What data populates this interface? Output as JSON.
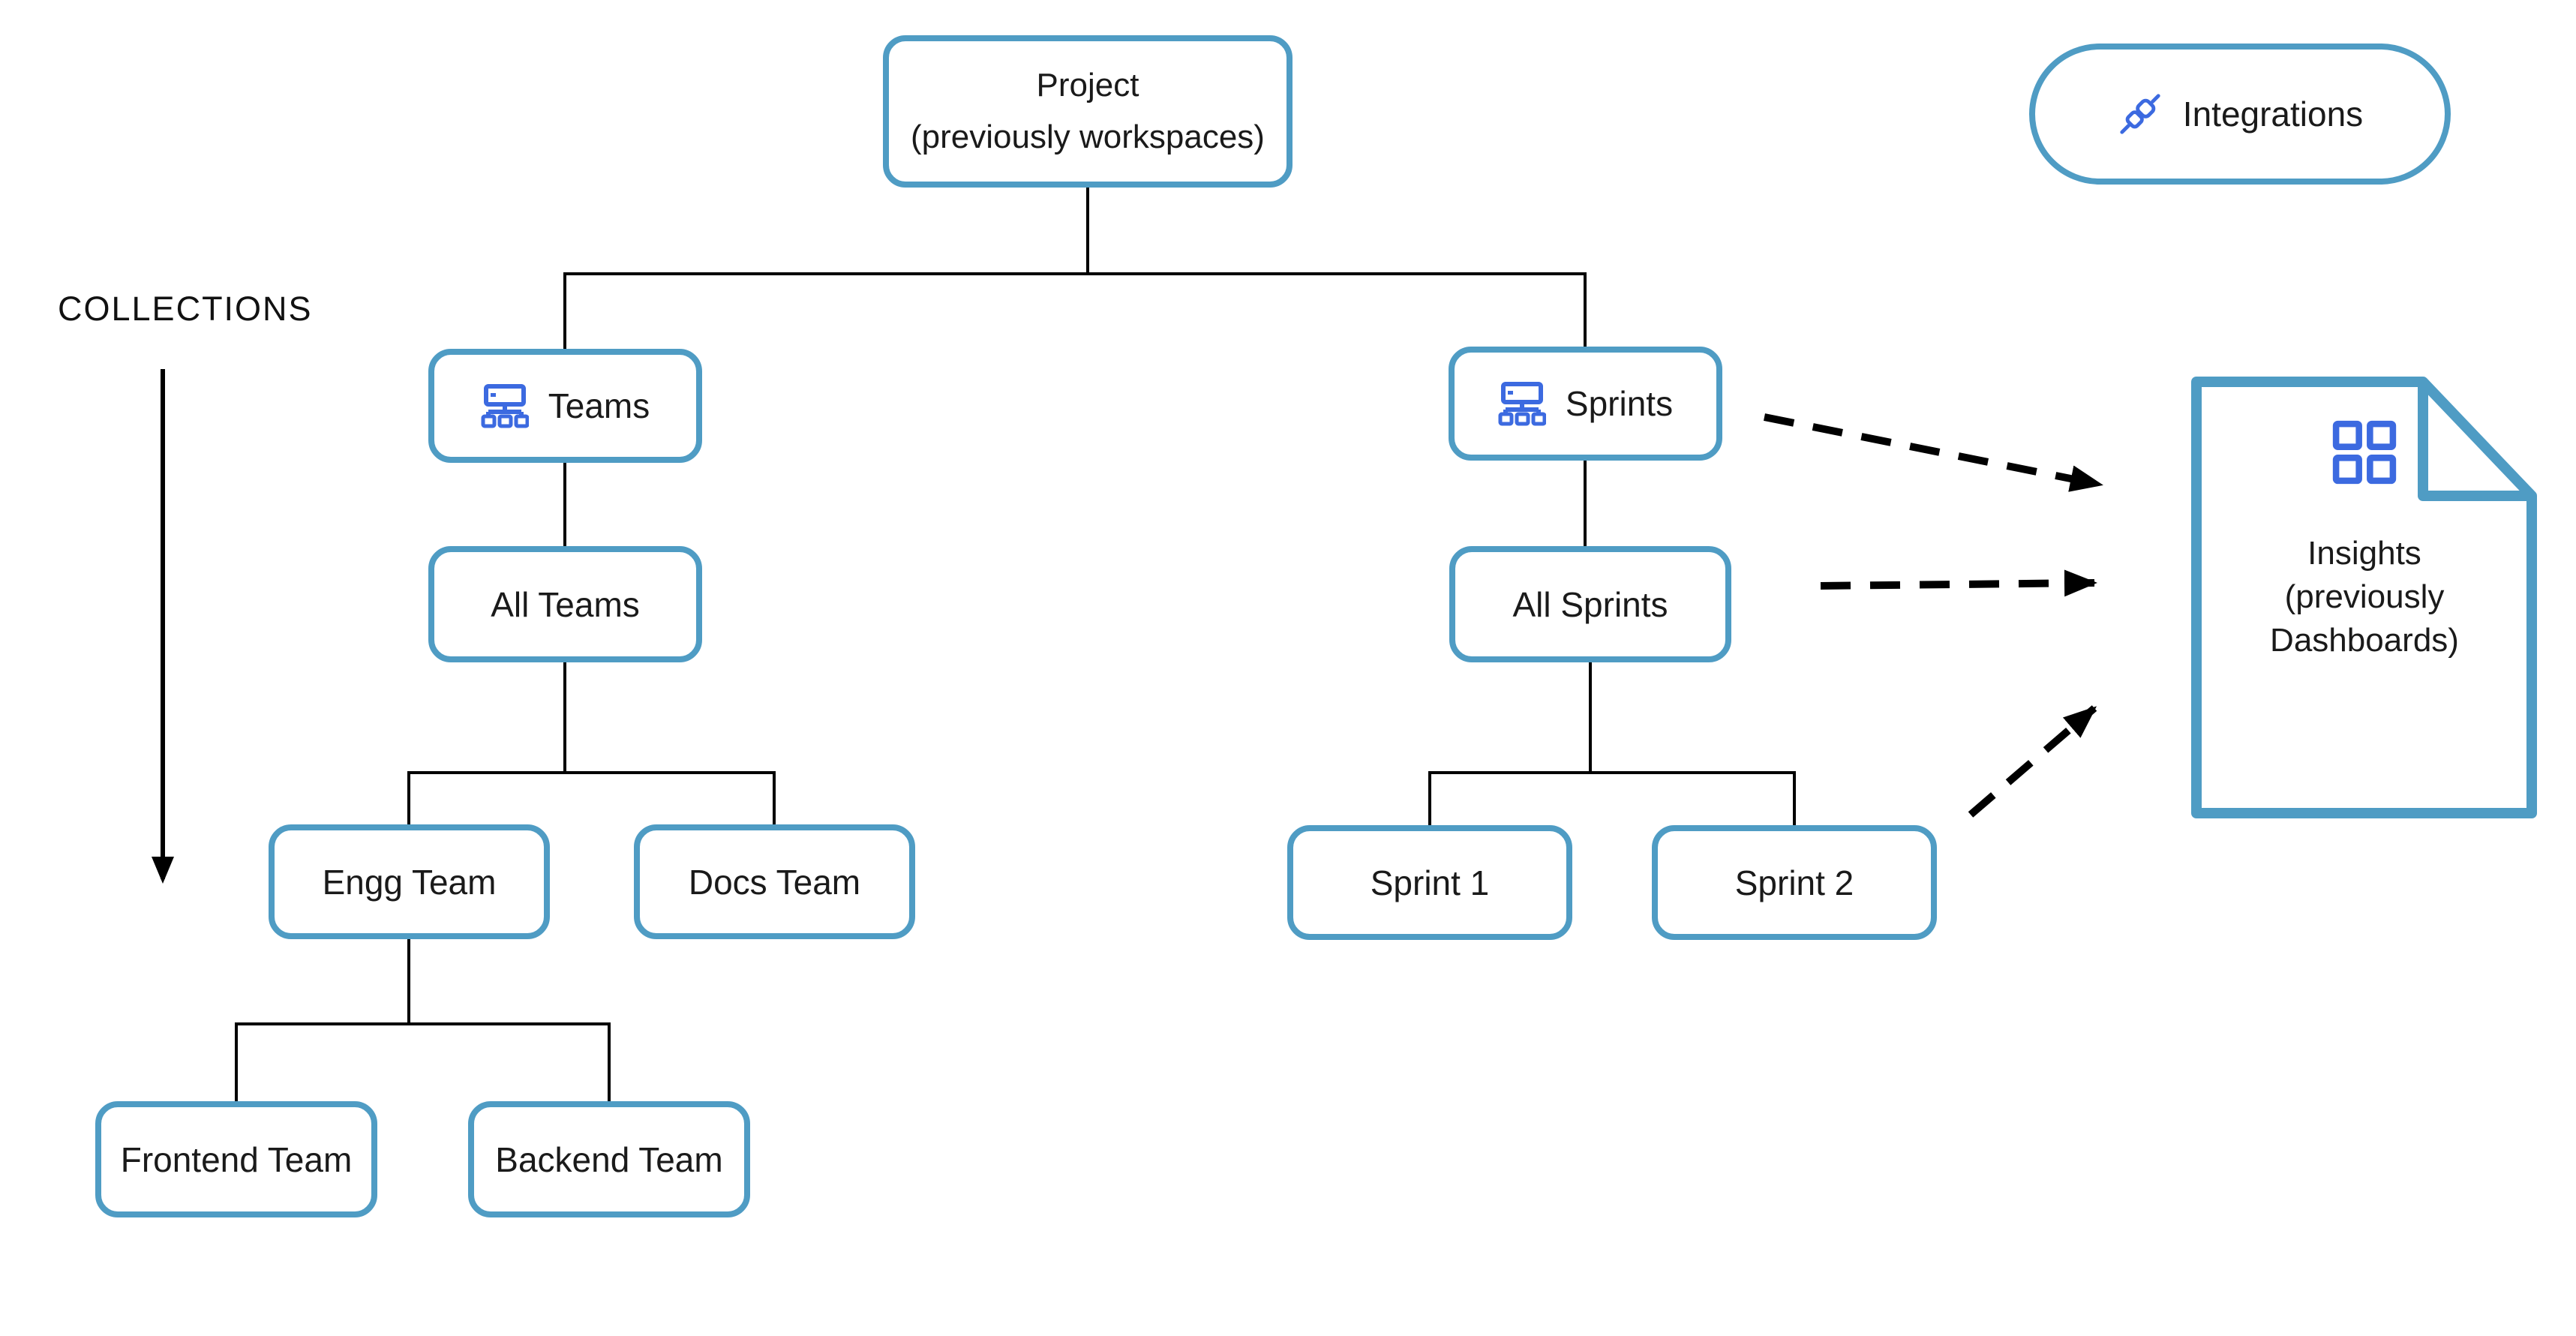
{
  "colors": {
    "accent": "#4f9cc4",
    "icon_blue": "#3c6ae0",
    "text": "#1a1a1a",
    "connector": "#000000"
  },
  "collections": {
    "label": "COLLECTIONS"
  },
  "nodes": {
    "project": {
      "label": "Project",
      "sublabel": "(previously workspaces)"
    },
    "integrations": {
      "label": "Integrations",
      "icon": "plug-icon"
    },
    "teams": {
      "label": "Teams",
      "icon": "org-chart-icon"
    },
    "sprints": {
      "label": "Sprints",
      "icon": "org-chart-icon"
    },
    "all_teams": {
      "label": "All Teams"
    },
    "all_sprints": {
      "label": "All Sprints"
    },
    "engg_team": {
      "label": "Engg Team"
    },
    "docs_team": {
      "label": "Docs Team"
    },
    "sprint_1": {
      "label": "Sprint 1"
    },
    "sprint_2": {
      "label": "Sprint 2"
    },
    "frontend_team": {
      "label": "Frontend Team"
    },
    "backend_team": {
      "label": "Backend Team"
    }
  },
  "insights": {
    "icon": "grid-icon",
    "line1": "Insights",
    "line2": "(previously",
    "line3": "Dashboards)"
  }
}
